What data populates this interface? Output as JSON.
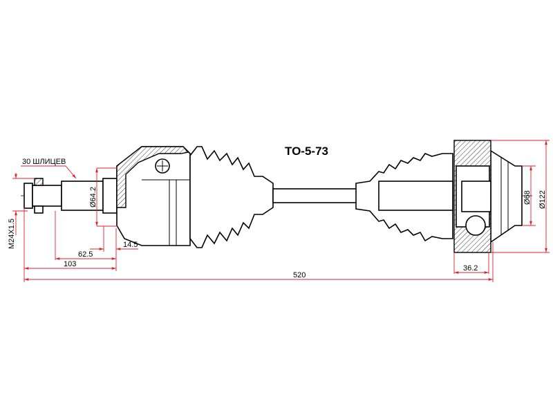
{
  "part_number": "TO-5-73",
  "labels": {
    "splines": "30 ШЛИЦЕВ",
    "thread": "M24X1.5",
    "outer_diameter_shaft": "Ø64.2",
    "length_62_5": "62.5",
    "length_14_5": "14.5",
    "length_103": "103",
    "total_length": "520",
    "inner_width": "36.2",
    "inner_diameter_68": "Ø68",
    "inner_diameter_122": "Ø122"
  },
  "colors": {
    "dimension": "#e0202a",
    "outline": "#000000"
  }
}
